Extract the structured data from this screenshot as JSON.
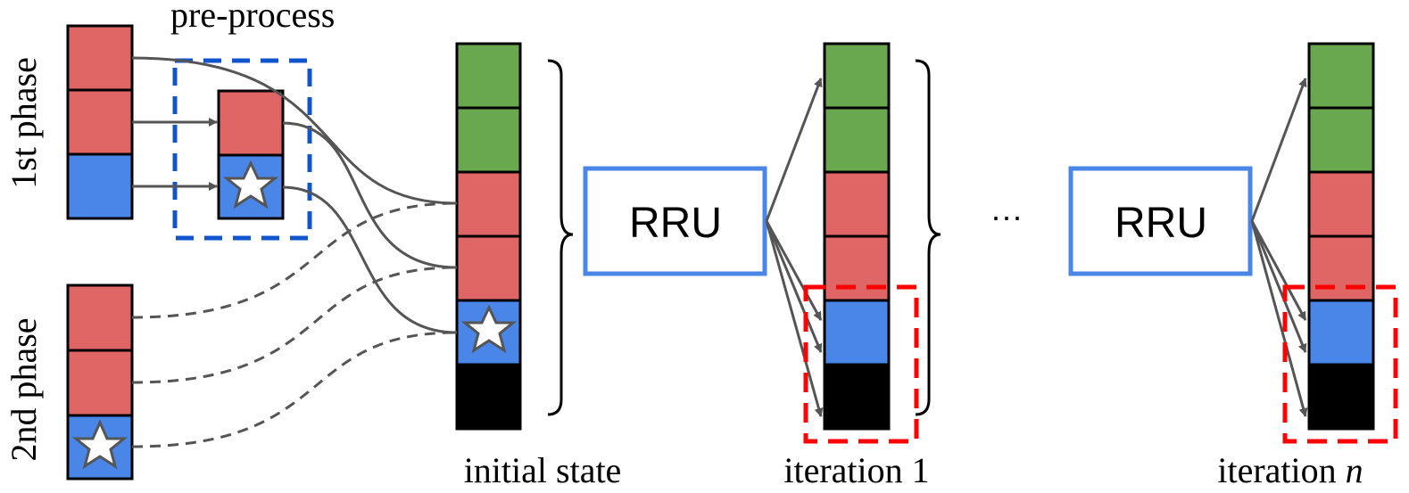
{
  "labels": {
    "pre_process": "pre-process",
    "first_phase": "1st phase",
    "second_phase": "2nd phase",
    "initial_state": "initial state",
    "iteration_1": "iteration 1",
    "iteration_n_prefix": "iteration ",
    "iteration_n_var": "n",
    "rru_1": "RRU",
    "rru_2": "RRU",
    "ellipsis": "···"
  },
  "colors": {
    "green": "#6aa84f",
    "red": "#e06666",
    "blue": "#4a86e8",
    "black": "#000000",
    "rru_border": "#4a86e8",
    "preprocess_border": "#1155cc",
    "highlight_border": "#ff0000",
    "connector": "#555555"
  },
  "stacks": {
    "first_phase": [
      "red",
      "red",
      "blue"
    ],
    "second_phase": [
      "red",
      "red",
      "blue-star"
    ],
    "pre_process": [
      "red",
      "blue-star"
    ],
    "initial_state": [
      "green",
      "green",
      "red",
      "red",
      "blue-star",
      "black"
    ],
    "iteration_1": [
      "green",
      "green",
      "red",
      "red",
      "blue",
      "black"
    ],
    "iteration_n": [
      "green",
      "green",
      "red",
      "red",
      "blue",
      "black"
    ]
  }
}
